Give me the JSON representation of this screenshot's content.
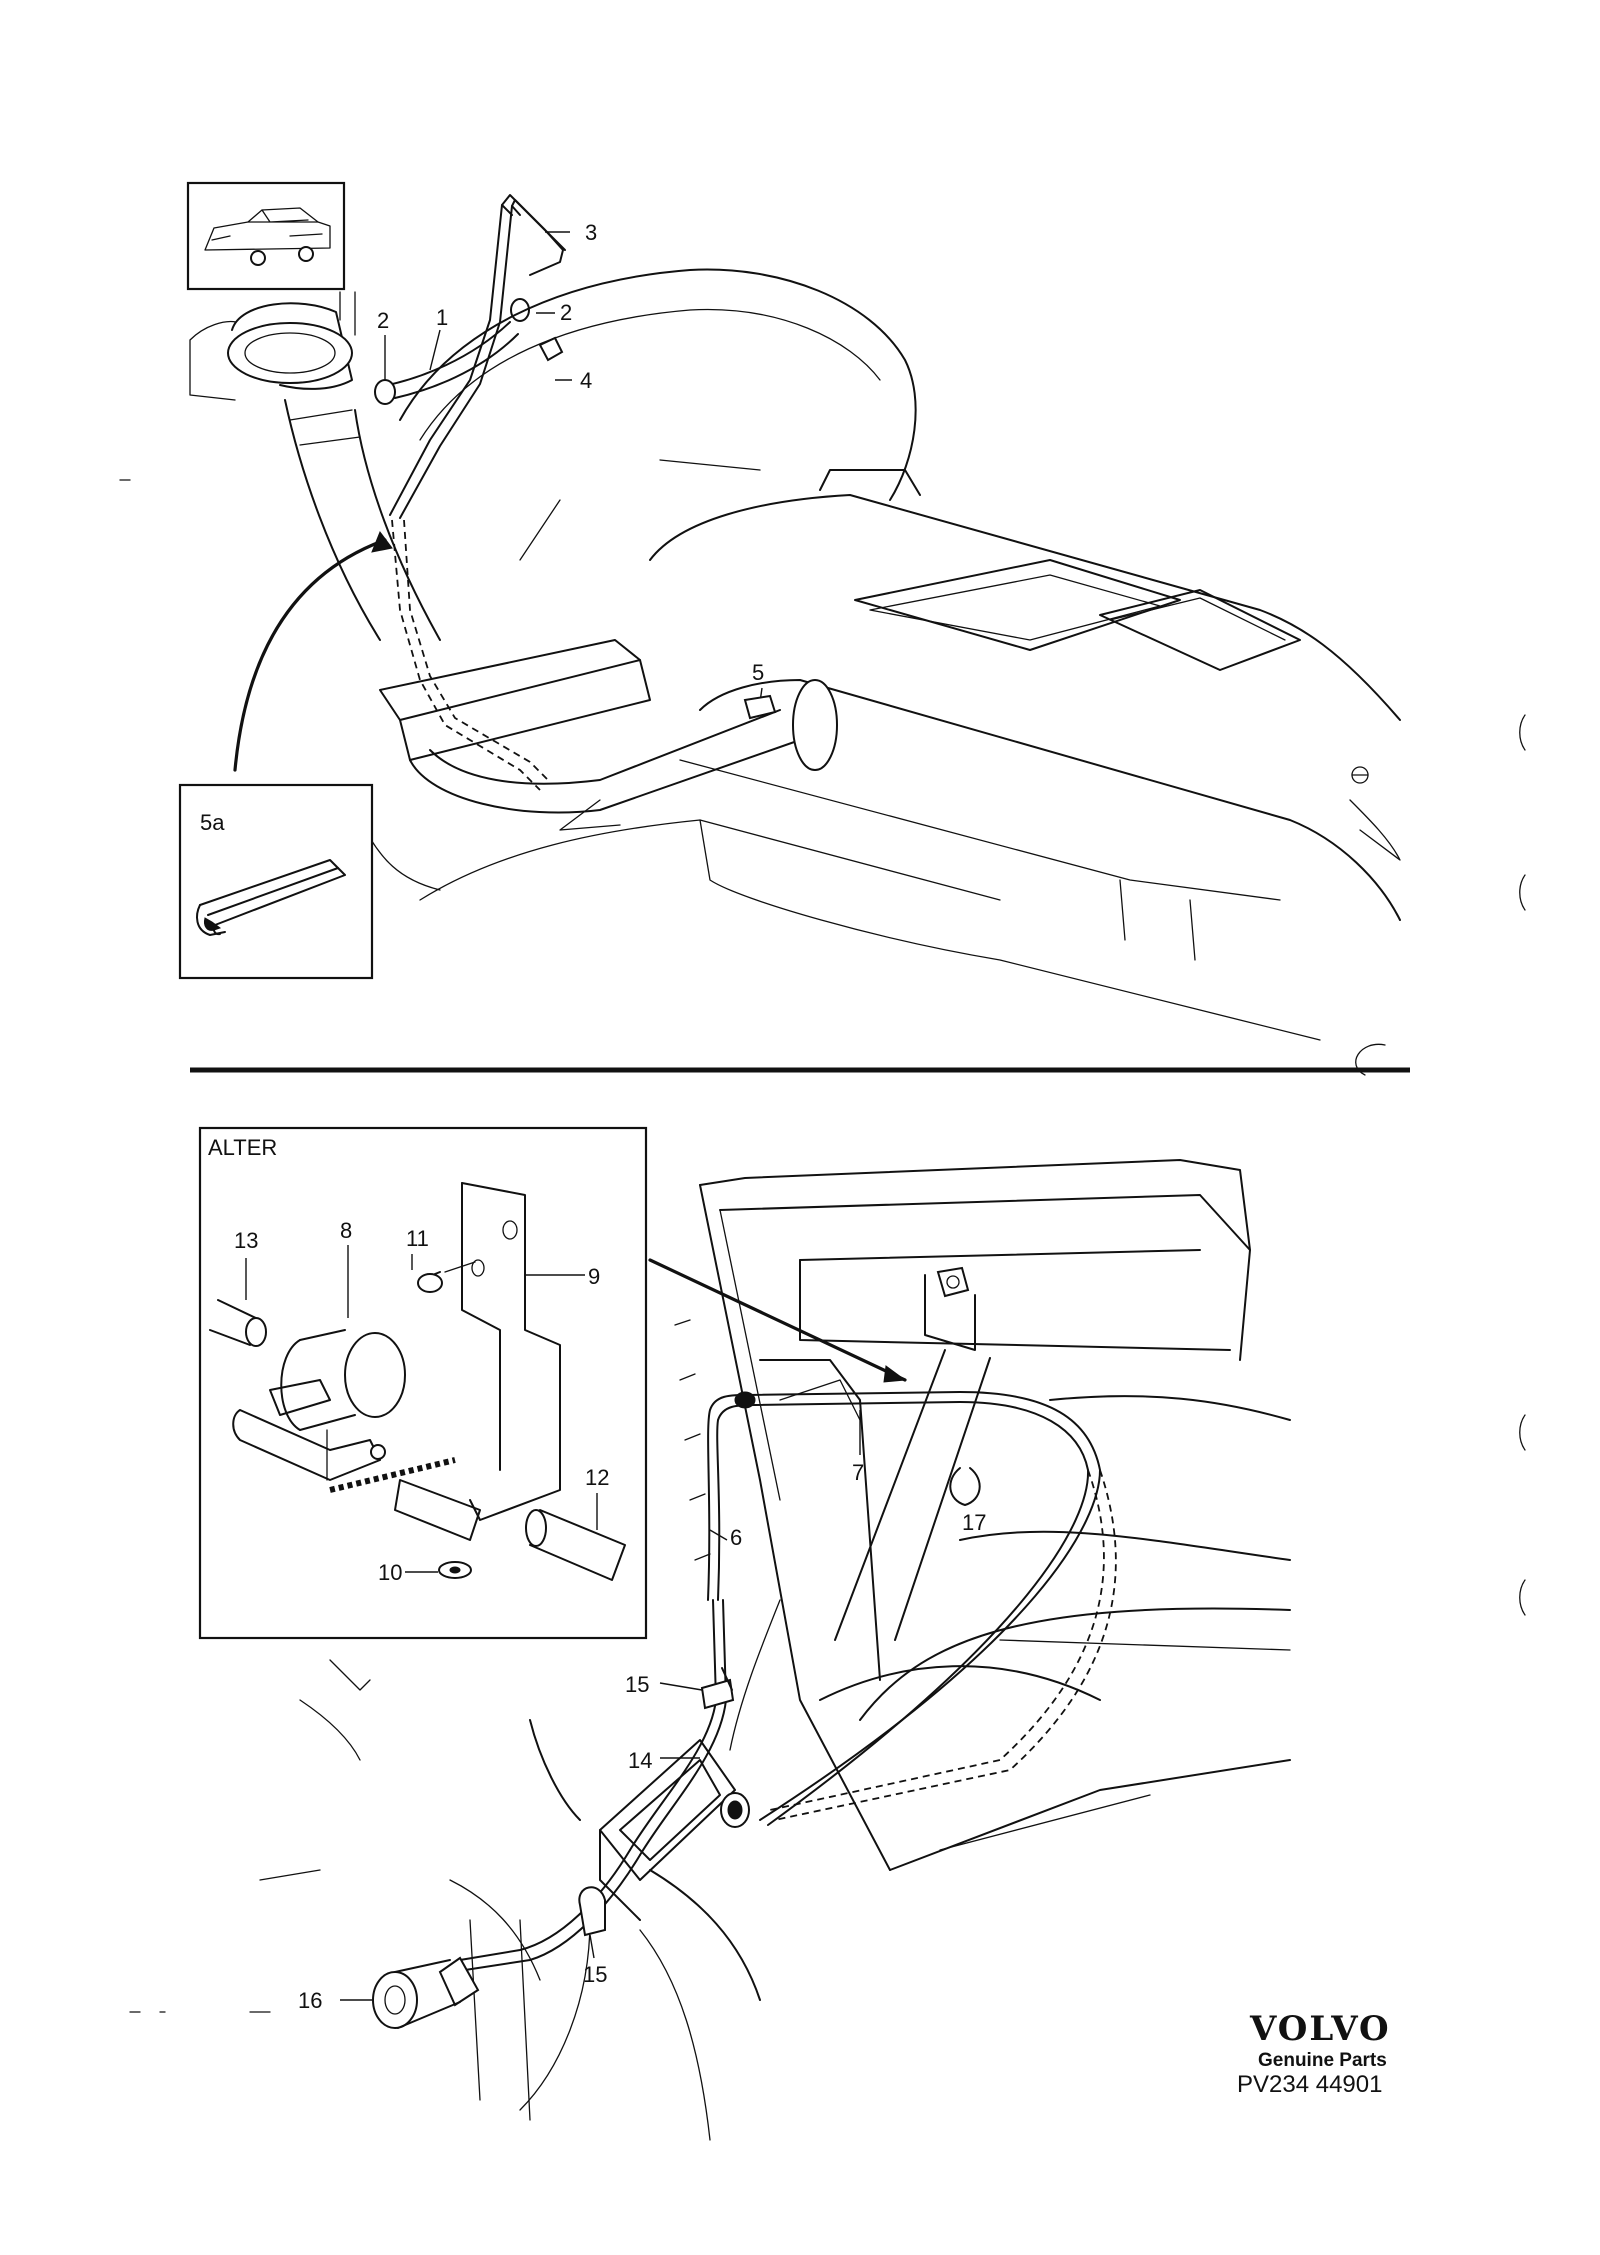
{
  "top_view": {
    "callouts": [
      "1",
      "2",
      "2",
      "3",
      "4",
      "5"
    ],
    "inset_label": "5a"
  },
  "bottom_view": {
    "callouts": [
      "6",
      "7",
      "14",
      "15",
      "15",
      "16",
      "17"
    ],
    "inset": {
      "title": "ALTER",
      "callouts": [
        "8",
        "9",
        "10",
        "11",
        "12",
        "13"
      ]
    }
  },
  "branding": {
    "logo_text": "VOLVO",
    "subtitle": "Genuine Parts",
    "code": "PV234 44901"
  },
  "icons": [
    "car-thumbnail-icon"
  ]
}
